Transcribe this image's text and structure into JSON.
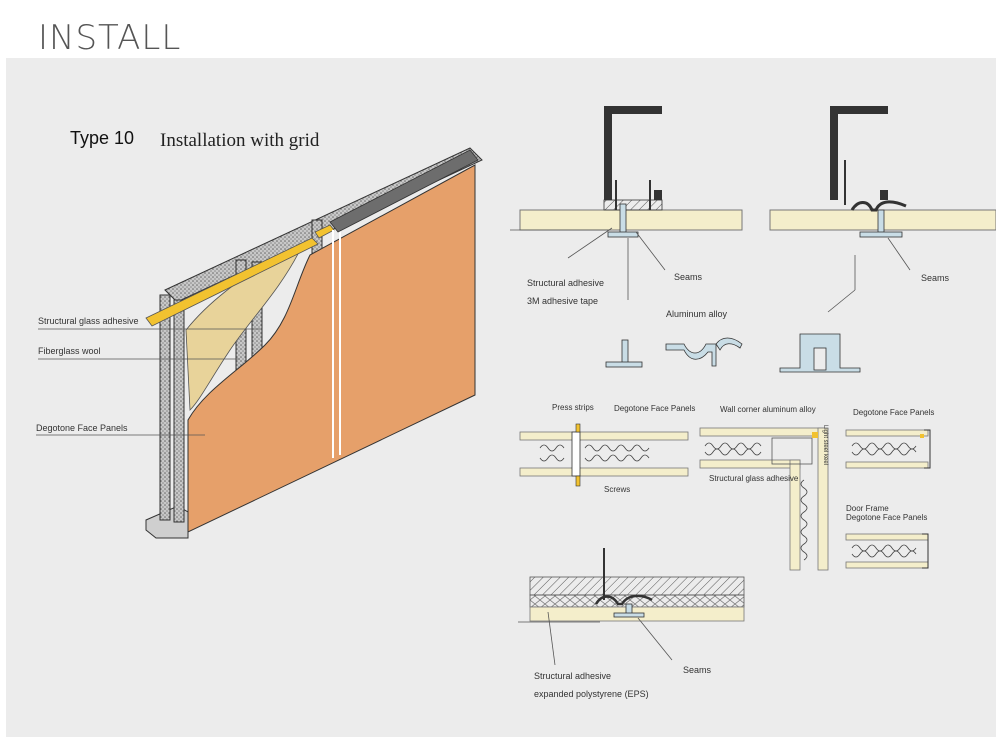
{
  "page": {
    "title": "INSTALL"
  },
  "heading": {
    "type_label": "Type 10",
    "caption": "Installation with grid"
  },
  "left_callouts": {
    "adhesive": "Structural glass adhesive",
    "wool": "Fiberglass wool",
    "panels": "Degotone Face Panels"
  },
  "detail_top_left": {
    "adhesive": "Structural adhesive",
    "tape": "3M adhesive tape",
    "seams": "Seams"
  },
  "detail_top_right": {
    "seams": "Seams"
  },
  "profiles": {
    "title": "Aluminum alloy"
  },
  "detail_middle": {
    "press_strips": "Press strips",
    "panels_left": "Degotone Face Panels",
    "screws": "Screws",
    "corner": "Wall corner aluminum alloy",
    "corner_adhesive": "Structural glass adhesive",
    "light_steel": "Light steel keel",
    "panels_right": "Degotone Face Panels",
    "door_frame": "Door Frame",
    "door_panels": "Degotone Face Panels"
  },
  "detail_bottom": {
    "adhesive": "Structural adhesive",
    "eps": "expanded polystyrene (EPS)",
    "seams": "Seams"
  },
  "colors": {
    "panel_bg": "#ececec",
    "wood": "#e6a06a",
    "yellow": "#f2c230",
    "foam": "#f4eecb",
    "alu": "#c9dde6"
  }
}
